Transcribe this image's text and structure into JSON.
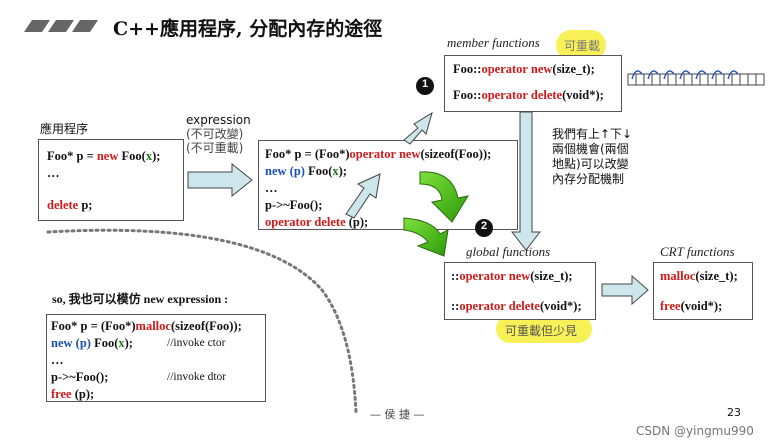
{
  "title": "C++應用程序, 分配內存的途徑",
  "app_label": "應用程序",
  "app_code": {
    "line1_a": "Foo* p = ",
    "line1_new": "new",
    "line1_b": " Foo(",
    "line1_x": "x",
    "line1_c": ");",
    "line2": "…",
    "line3_delete": "delete",
    "line3_b": " p;"
  },
  "expression": {
    "label": "expression",
    "note1": "(不可改變)",
    "note2": "(不可重載)"
  },
  "expr_code": {
    "l1_a": "Foo* p = (Foo*)",
    "l1_op": "operator new",
    "l1_b": "(sizeof(Foo));",
    "l2_new": "new (p)",
    "l2_b": " Foo(",
    "l2_x": "x",
    "l2_c": ");",
    "l3": "…",
    "l4": "p->~Foo();",
    "l5_op": "operator delete",
    "l5_b": " (p);"
  },
  "member": {
    "title": "member functions",
    "note": "可重載",
    "l1_a": "Foo::",
    "l1_op": "operator new",
    "l1_b": "(size_t);",
    "l2_a": "Foo::",
    "l2_op": "operator delete",
    "l2_b": "(void*);"
  },
  "badge1": "1",
  "badge2": "2",
  "side_note": [
    "我們有上↑下↓",
    "兩個機會(兩個",
    "地點)可以改變",
    "內存分配機制"
  ],
  "global": {
    "title": "global functions",
    "l1_a": "::",
    "l1_op": "operator new",
    "l1_b": "(size_t);",
    "l2_a": "::",
    "l2_op": "operator delete",
    "l2_b": "(void*);",
    "note": "可重載但少見"
  },
  "crt": {
    "title": "CRT functions",
    "l1_op": "malloc",
    "l1_b": "(size_t);",
    "l2_op": "free",
    "l2_b": "(void*);"
  },
  "mimic": {
    "label": "so, 我也可以模仿 new expression :",
    "l1_a": "Foo* p = (Foo*)",
    "l1_op": "malloc",
    "l1_b": "(sizeof(Foo));",
    "l2_new": "new (p)",
    "l2_b": " Foo(",
    "l2_x": "x",
    "l2_c": ");",
    "l2_cmt": "//invoke ctor",
    "l3": "…",
    "l4": "p->~Foo();",
    "l4_cmt": "//invoke dtor",
    "l5_op": "free",
    "l5_b": " (p);"
  },
  "author": "— 侯 捷 —",
  "page_number": "23",
  "watermark": "CSDN @yingmu990"
}
